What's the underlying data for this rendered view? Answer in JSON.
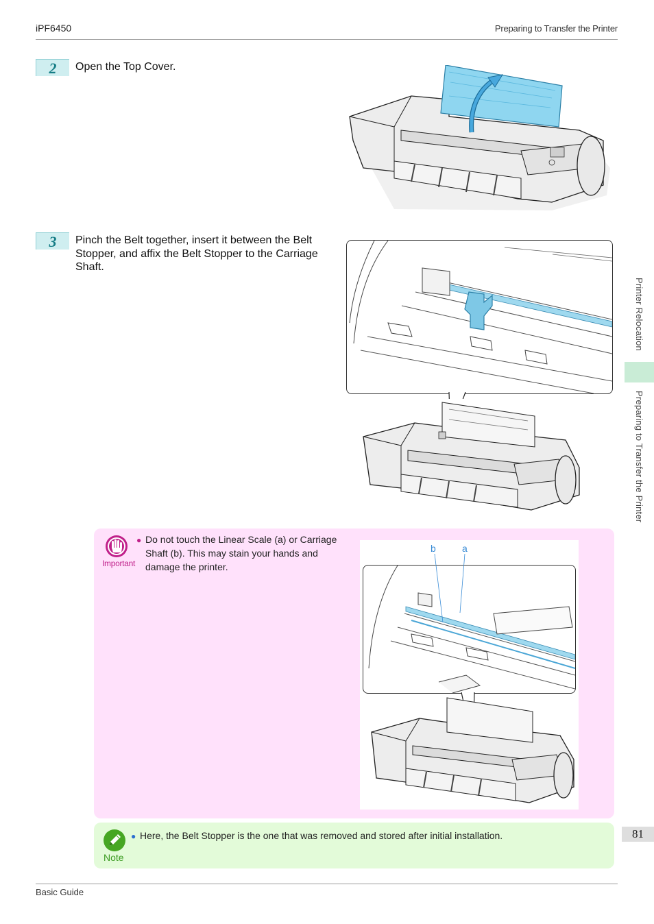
{
  "header": {
    "model": "iPF6450",
    "section": "Preparing to Transfer the Printer"
  },
  "steps": [
    {
      "number": "2",
      "text": "Open the Top Cover."
    },
    {
      "number": "3",
      "text": "Pinch the Belt together, insert it between the Belt Stopper, and affix the Belt Stopper to the Carriage Shaft."
    }
  ],
  "important": {
    "label": "Important",
    "bullet": "Do not touch the Linear Scale (a) or Carriage Shaft (b). This may stain your hands and damage the printer.",
    "fig_labels": {
      "b": "b",
      "a": "a"
    }
  },
  "note": {
    "label": "Note",
    "bullet": "Here, the Belt Stopper is the one that was removed and stored after initial installation."
  },
  "side": {
    "chapter": "Printer Relocation",
    "section": "Preparing to Transfer the Printer"
  },
  "page_number": "81",
  "footer": {
    "title": "Basic Guide"
  },
  "colors": {
    "accent_teal": "#167d86",
    "cover_blue": "#8fd6f0",
    "important_bg": "#ffe1fb",
    "note_bg": "#e3fbd9",
    "tab_green": "#c9ecd6"
  }
}
